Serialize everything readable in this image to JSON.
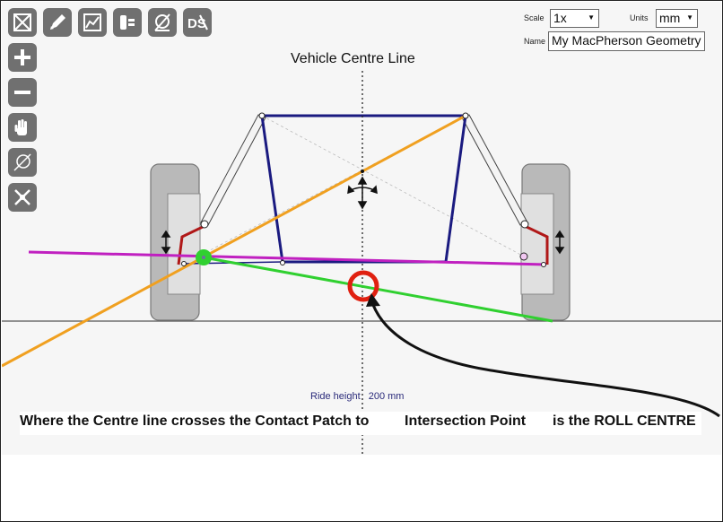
{
  "toolbar": {
    "tools": [
      {
        "icon": "fit-view-icon",
        "label": "Fit view"
      },
      {
        "icon": "pencil-icon",
        "label": "Edit"
      },
      {
        "icon": "graph-icon",
        "label": "Graph"
      },
      {
        "icon": "suspension-icon",
        "label": "Suspension"
      },
      {
        "icon": "measure-icon",
        "label": "Measure"
      },
      {
        "icon": "ds-icon",
        "label": "DS"
      }
    ],
    "side_tools": [
      {
        "icon": "zoom-in-icon",
        "label": "Zoom in"
      },
      {
        "icon": "zoom-out-icon",
        "label": "Zoom out"
      },
      {
        "icon": "pan-hand-icon",
        "label": "Pan"
      },
      {
        "icon": "hide-lines-icon",
        "label": "Hide lines"
      },
      {
        "icon": "roll-icon",
        "label": "Roll"
      }
    ]
  },
  "controls": {
    "scale_label": "Scale",
    "scale_value": "1x",
    "units_label": "Units",
    "units_value": "mm",
    "name_label": "Name",
    "name_value": "My MacPherson Geometry"
  },
  "diagram": {
    "centre_line_label": "Vehicle Centre Line",
    "ride_height_label": "Ride height",
    "ride_height_value": "200 mm",
    "colors": {
      "frame": "#1a1a80",
      "swing_arm": "#f0a020",
      "roll_axis": "#c020c0",
      "contact_line": "#30d030",
      "roll_centre": "#e02010",
      "upright": "#b01818",
      "tyre": "#b9b9b9"
    }
  },
  "caption": {
    "part1": "Where the Centre line crosses the Contact Patch to",
    "part2": "Intersection Point",
    "part3": "is the ROLL CENTRE"
  }
}
